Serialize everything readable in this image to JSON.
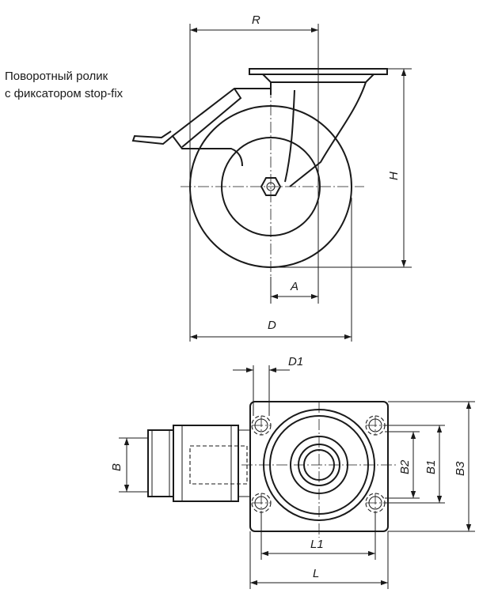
{
  "caption": {
    "line1": "Поворотный ролик",
    "line2": "с фиксатором stop-fix"
  },
  "dimensions": {
    "R": "R",
    "H": "H",
    "A": "A",
    "D": "D",
    "D1": "D1",
    "B": "B",
    "B1": "B1",
    "B2": "B2",
    "B3": "B3",
    "L": "L",
    "L1": "L1"
  },
  "colors": {
    "line": "#1a1a1a",
    "background": "#ffffff"
  }
}
